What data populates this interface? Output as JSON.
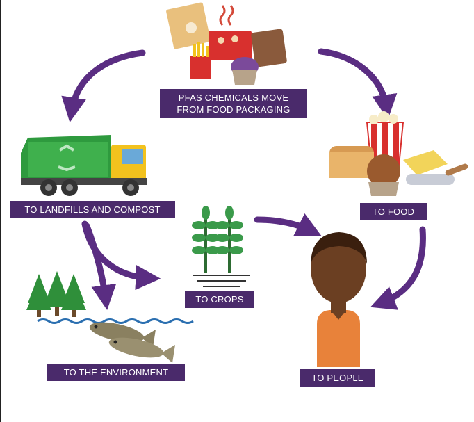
{
  "colors": {
    "label_bg": "#4a2a6b",
    "arrow": "#5a2d82",
    "skin": "#6b3f22",
    "shirt": "#e8823a",
    "crop": "#3a9a4a",
    "water": "#2b6fb0",
    "truck_body": "#2e9a3e",
    "truck_cab": "#f2c21e",
    "tree": "#2f8f3a",
    "fish": "#8a8060"
  },
  "labels": {
    "packaging_line1": "PFAS CHEMICALS MOVE",
    "packaging_line2": "FROM FOOD PACKAGING",
    "landfills": "TO LANDFILLS AND COMPOST",
    "food": "TO FOOD",
    "crops": "TO CROPS",
    "environment": "TO THE ENVIRONMENT",
    "people": "TO PEOPLE"
  },
  "icons": {
    "packaging": "food-packaging-icon",
    "truck": "garbage-truck-icon",
    "food": "food-items-icon",
    "crops": "crops-icon",
    "trees": "trees-icon",
    "fish": "fish-icon",
    "person": "person-icon"
  }
}
